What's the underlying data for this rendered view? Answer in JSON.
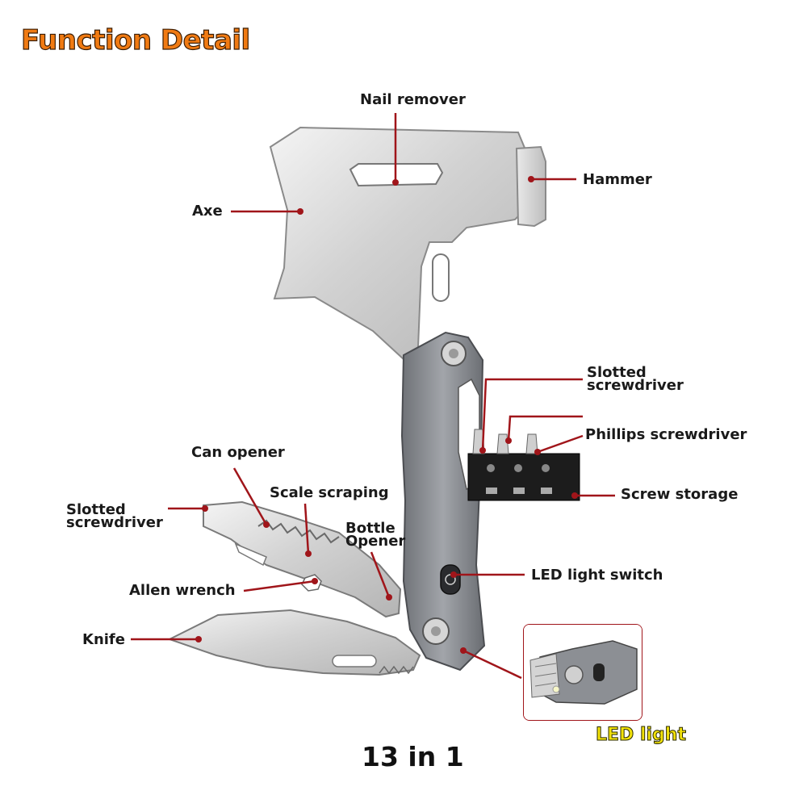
{
  "title": "Function Detail",
  "footer": "13 in 1",
  "led_caption": "LED light",
  "colors": {
    "title": "#f07a12",
    "leader": "#a0151a",
    "handle": "#8e9196",
    "blade": "#dcdcdc",
    "led_caption": "#f2e20a"
  },
  "labels": {
    "nail_remover": "Nail remover",
    "hammer": "Hammer",
    "axe": "Axe",
    "slotted_screwdriver_right_1": "Slotted",
    "slotted_screwdriver_right_2": "screwdriver",
    "phillips_screwdriver": "Phillips screwdriver",
    "screw_storage": "Screw storage",
    "led_light_switch": "LED light switch",
    "can_opener": "Can opener",
    "scale_scraping": "Scale scraping",
    "slotted_screwdriver_left_1": "Slotted",
    "slotted_screwdriver_left_2": "screwdriver",
    "bottle_opener_1": "Bottle",
    "bottle_opener_2": "Opener",
    "allen_wrench": "Allen wrench",
    "knife": "Knife"
  }
}
